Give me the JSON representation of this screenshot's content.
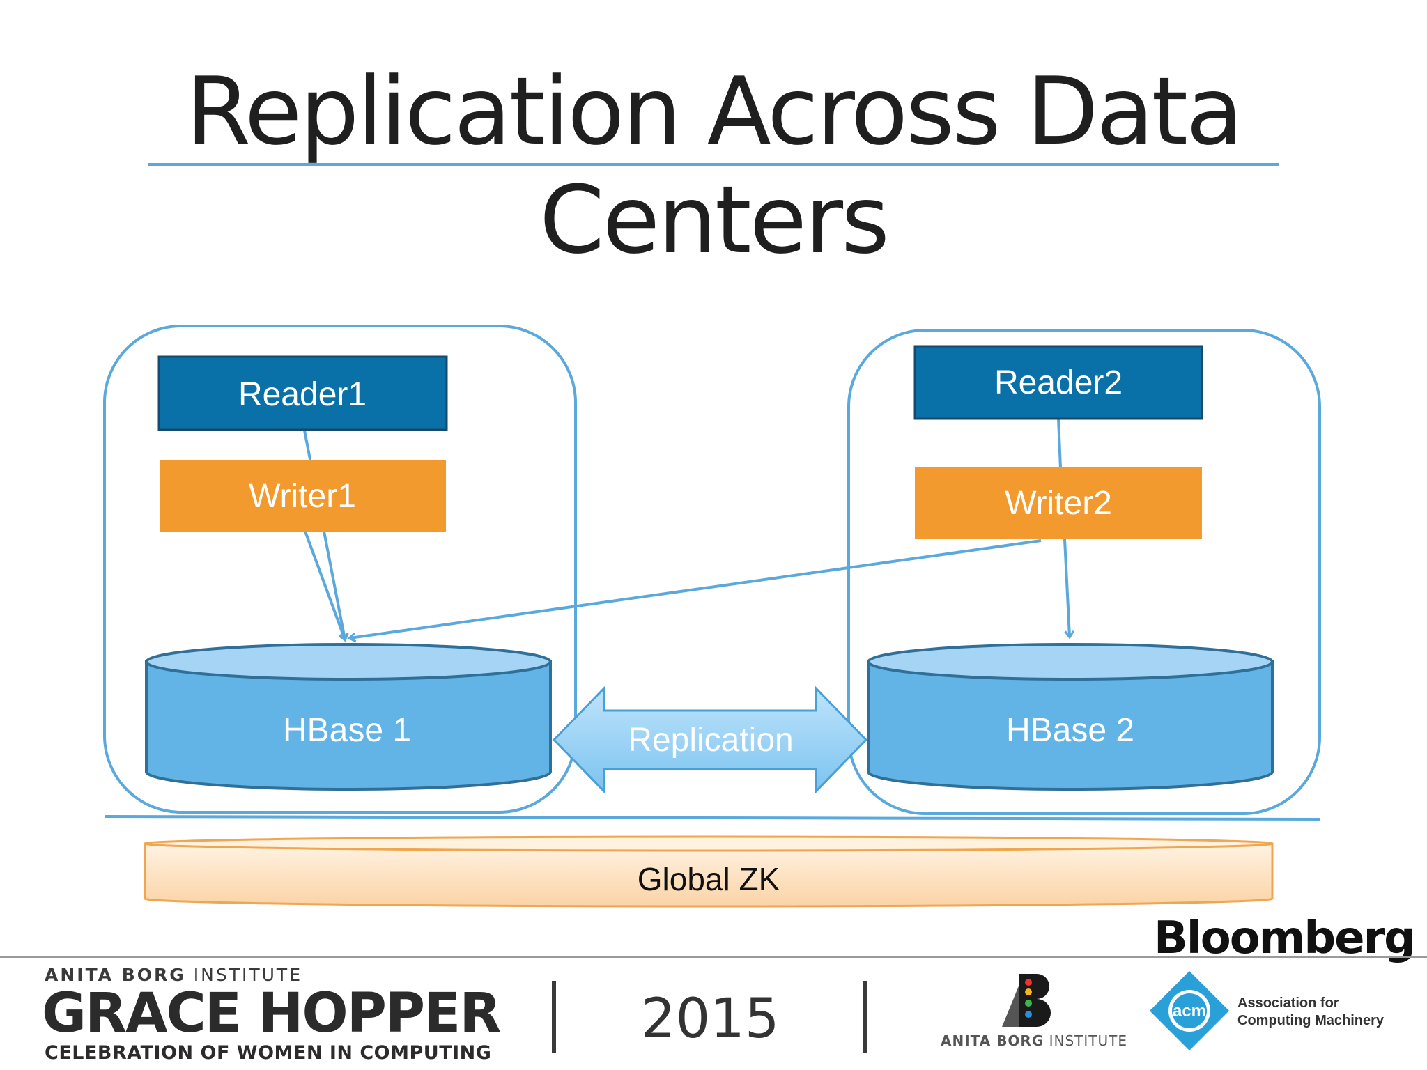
{
  "slide": {
    "title": "Replication Across Data Centers"
  },
  "diagram": {
    "reader1": "Reader1",
    "writer1": "Writer1",
    "hbase1": "HBase 1",
    "reader2": "Reader2",
    "writer2": "Writer2",
    "hbase2": "HBase 2",
    "replication": "Replication",
    "global_zk": "Global ZK",
    "colors": {
      "reader": "#0a70a8",
      "writer": "#f39a2e",
      "hbase": "#62b4e6",
      "zk": "#fde0bf",
      "line": "#5aa8dc"
    }
  },
  "footer": {
    "abi_small_bold": "ANITA BORG",
    "abi_small_rest": " INSTITUTE",
    "ghc": "GRACE HOPPER",
    "ghc_sub": "CELEBRATION OF WOMEN IN COMPUTING",
    "year": "2015",
    "bloomberg": "Bloomberg",
    "abi_logo_bold": "ANITA BORG",
    "abi_logo_rest": " INSTITUTE",
    "acm_badge": "acm",
    "acm_line1": "Association for",
    "acm_line2": "Computing Machinery"
  }
}
